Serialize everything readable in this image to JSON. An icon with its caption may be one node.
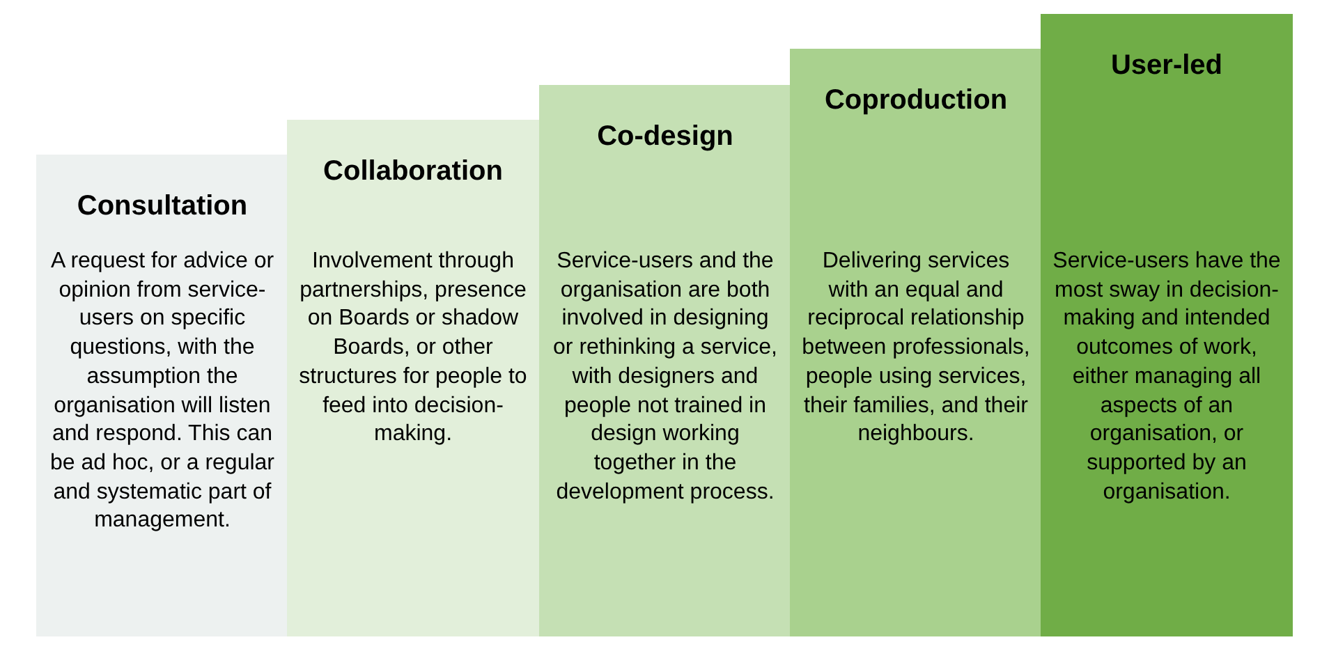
{
  "diagram": {
    "nodes": [
      {
        "text": [
          "Consultation",
          "A request for advice or opinion from service-users on specific questions, with the assumption the organisation will listen and respond. This can be ad hoc, or a regular and systematic part of management."
        ]
      },
      {
        "text": [
          "Collaboration",
          "Involvement through partnerships, presence on Boards or shadow Boards, or other structures for people to feed into decision-making."
        ]
      },
      {
        "text": [
          "Co-design",
          "Service-users and the organisation are both involved in designing or rethinking a service, with designers and people not trained in design working together in the development process."
        ]
      },
      {
        "text": [
          "Coproduction",
          "Delivering services with an equal and reciprocal relationship between professionals, people using services, their families, and their neighbours."
        ]
      },
      {
        "text": [
          "User-led",
          "Service-users have the most sway in decision-making and intended outcomes of work, either managing all aspects of an organisation, or supported by an organisation."
        ]
      }
    ]
  }
}
